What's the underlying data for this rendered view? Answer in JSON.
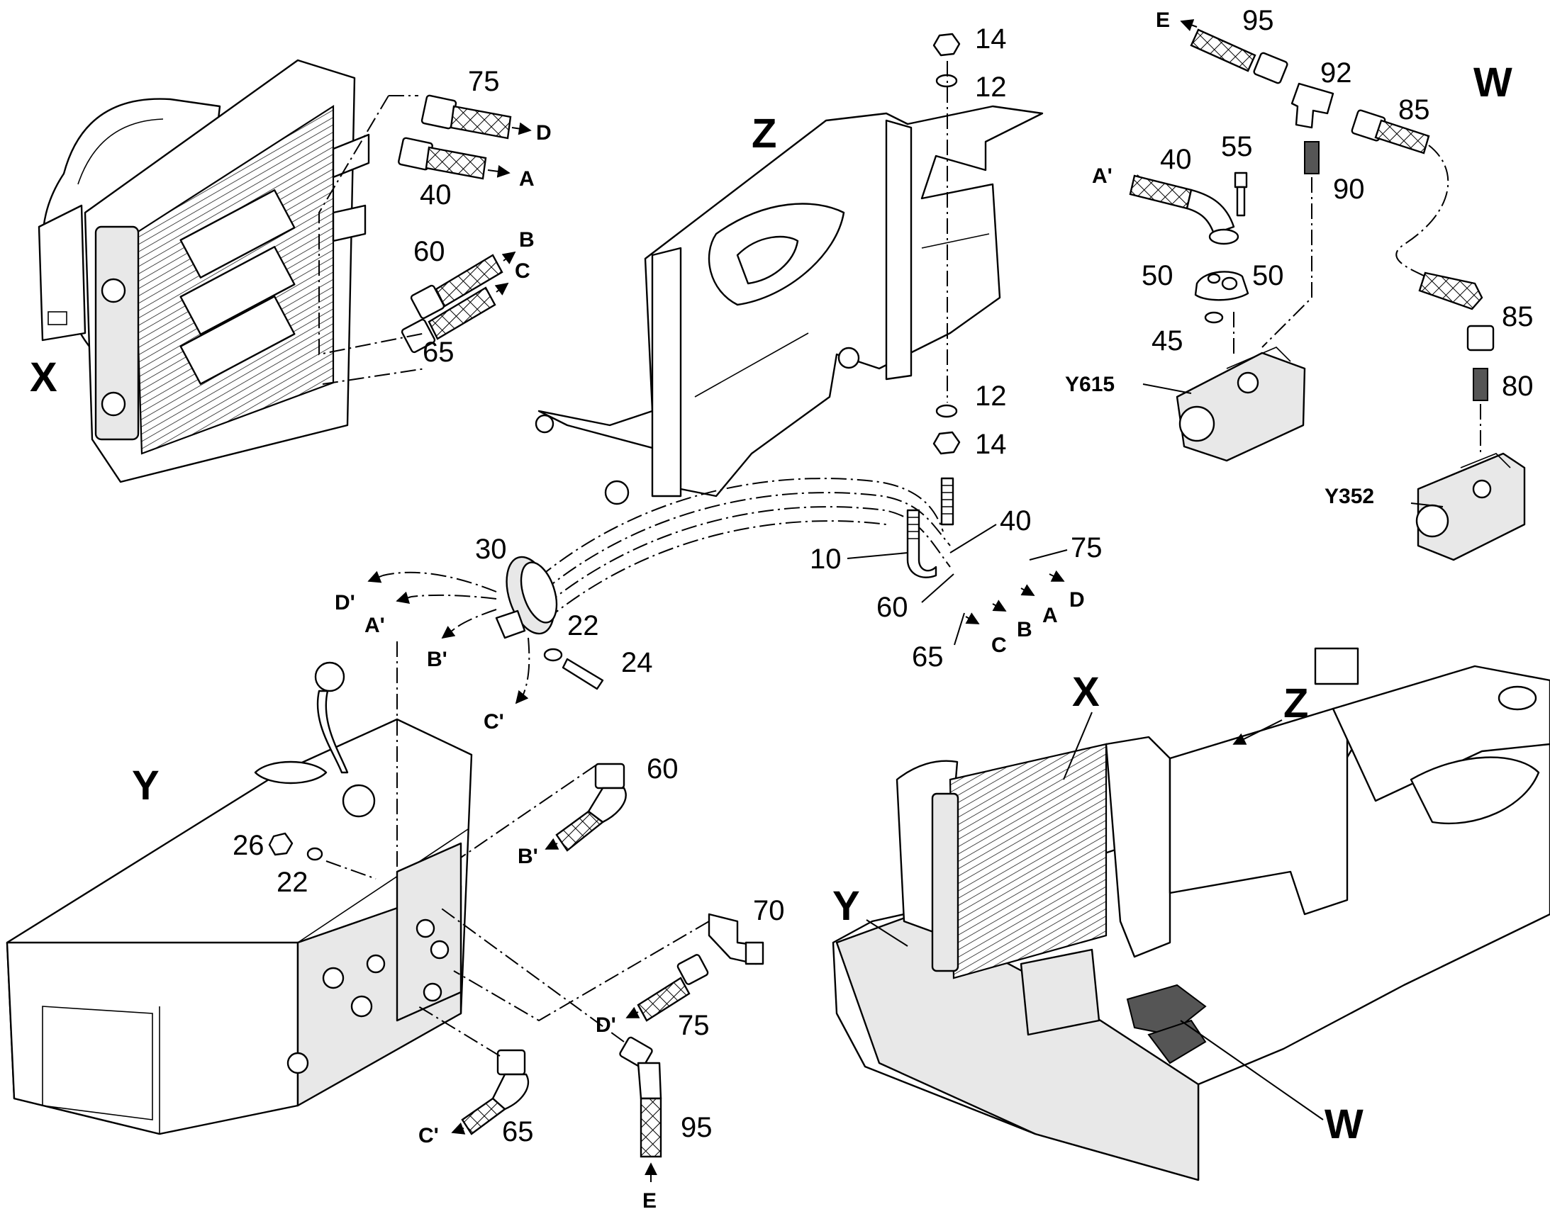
{
  "views": {
    "x": "X",
    "y": "Y",
    "z": "Z",
    "w": "W"
  },
  "part_numbers": {
    "p10": "10",
    "p12": "12",
    "p14": "14",
    "p22": "22",
    "p24": "24",
    "p26": "26",
    "p30": "30",
    "p40": "40",
    "p45": "45",
    "p50": "50",
    "p55": "55",
    "p60": "60",
    "p65": "65",
    "p70": "70",
    "p75": "75",
    "p80": "80",
    "p85": "85",
    "p90": "90",
    "p92": "92",
    "p95": "95"
  },
  "component_codes": {
    "y615": "Y615",
    "y352": "Y352"
  },
  "connection_points": {
    "a": "A",
    "b": "B",
    "c": "C",
    "d": "D",
    "e": "E",
    "a_prime": "A'",
    "b_prime": "B'",
    "c_prime": "C'",
    "d_prime": "D'"
  }
}
